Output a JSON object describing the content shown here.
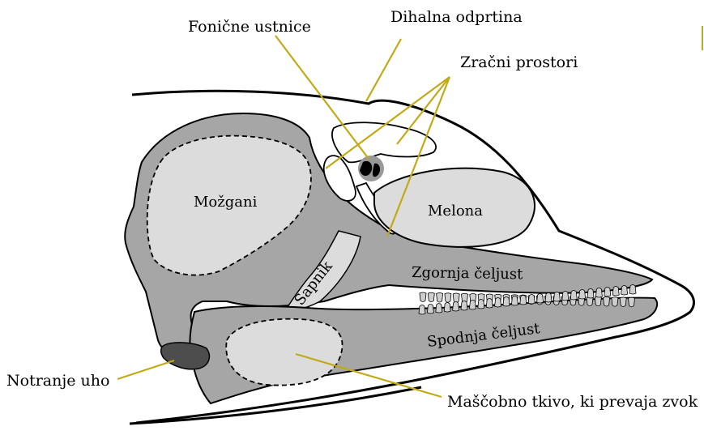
{
  "diagram": {
    "labels": {
      "phonic_lips": "Fonične ustnice",
      "blowhole": "Dihalna odprtina",
      "air_spaces": "Zračni prostori",
      "brain": "Možgani",
      "melon": "Melona",
      "nasal_passage": "Sapnik",
      "upper_jaw": "Zgornja čeljust",
      "lower_jaw": "Spodnja čeljust",
      "inner_ear": "Notranje uho",
      "fatty_tissue": "Maščobno tkivo, ki prevaja zvok"
    },
    "colors": {
      "bone": "#a6a6a6",
      "brain_fill": "#dcdcdc",
      "melon_fill": "#dcdcdc",
      "ear": "#4d4d4d",
      "leader": "#c2aa17",
      "outline": "#000000"
    }
  }
}
